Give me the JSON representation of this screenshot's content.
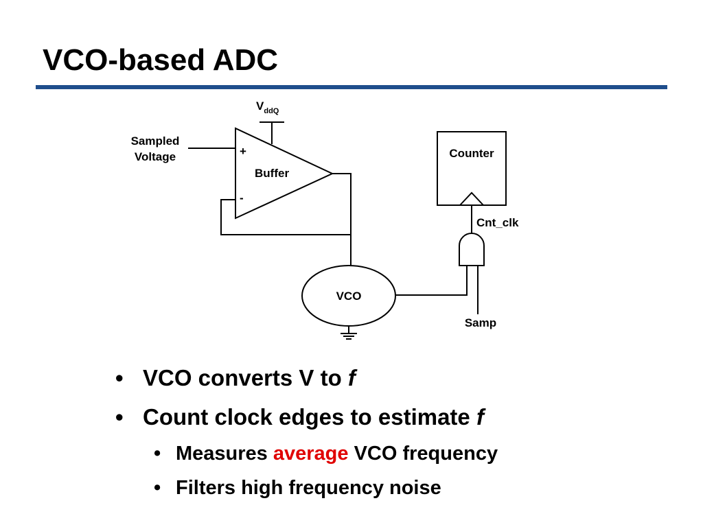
{
  "slide": {
    "title": "VCO-based ADC"
  },
  "diagram": {
    "vdd_main": "V",
    "vdd_sub": "ddQ",
    "sampled_line1": "Sampled",
    "sampled_line2": "Voltage",
    "plus": "+",
    "minus": "-",
    "buffer": "Buffer",
    "vco": "VCO",
    "counter": "Counter",
    "cnt_clk": "Cnt_clk",
    "samp": "Samp"
  },
  "bullets": {
    "b1_text": "VCO converts V to ",
    "b1_italic": "f",
    "b2_text": "Count clock edges to estimate ",
    "b2_italic": "f",
    "s1_pre": "Measures ",
    "s1_em": "average",
    "s1_post": " VCO frequency",
    "s2": "Filters high frequency noise",
    "marker": "•"
  },
  "colors": {
    "rule": "#1f4e8c",
    "emphasis": "#e00000"
  }
}
